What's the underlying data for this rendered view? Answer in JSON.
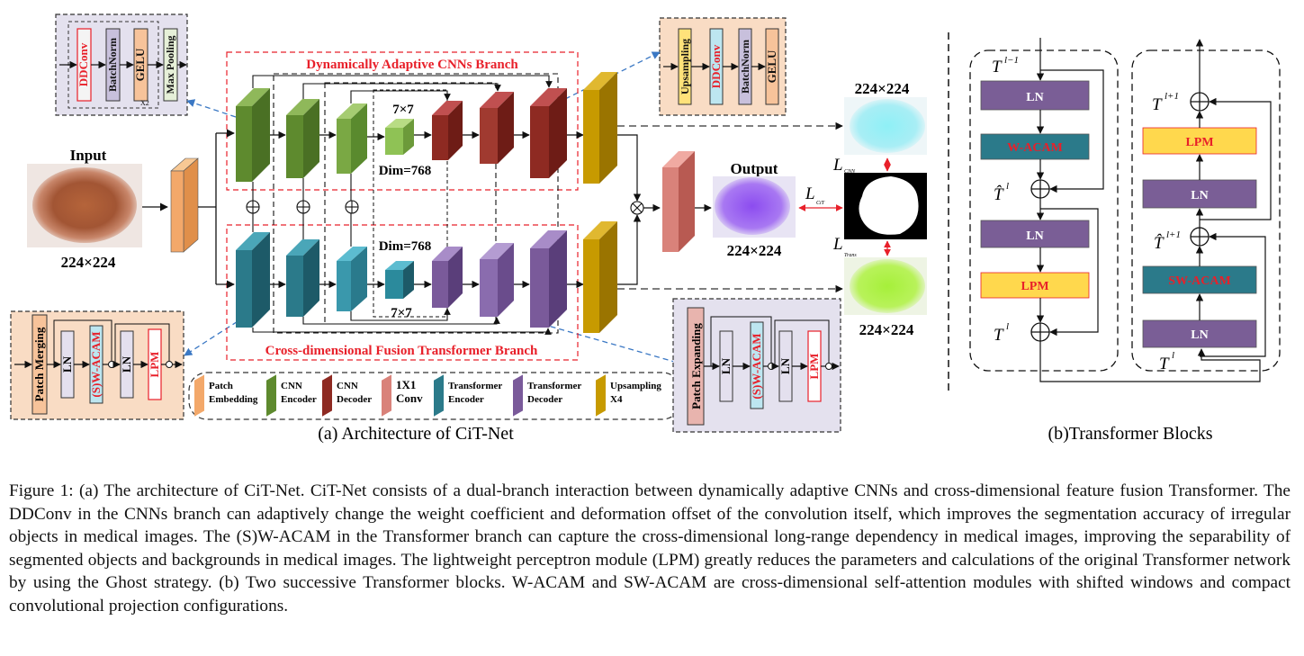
{
  "labels": {
    "input": "Input",
    "output": "Output",
    "size_224": "224×224",
    "dim_768": "Dim=768",
    "k7": "7×7",
    "cnn_branch": "Dynamically Adaptive CNNs Branch",
    "transformer_branch": "Cross-dimensional Fusion Transformer Branch",
    "sub_a": "(a) Architecture of CiT-Net",
    "sub_b": "(b)Transformer Blocks",
    "loss_sym": "L",
    "loss_cnn": "CNN",
    "loss_cit": "CiT",
    "loss_trans": "Trans",
    "x2": "X2"
  },
  "enc_box": [
    "DDConv",
    "BatchNorm",
    "GELU",
    "Max Pooling"
  ],
  "dec_box": [
    "Upsampling",
    "DDConv",
    "BatchNorm",
    "GELU"
  ],
  "merge_box": [
    "Patch Merging",
    "LN",
    "(S)W-ACAM",
    "LN",
    "LPM"
  ],
  "expand_box": [
    "Patch Expanding",
    "LN",
    "(S)W-ACAM",
    "LN",
    "LPM"
  ],
  "legend": [
    {
      "label": "Patch\nEmbedding",
      "color": "#f3a86a"
    },
    {
      "label": "CNN\nEncoder",
      "color": "#5e8a2e"
    },
    {
      "label": "CNN\nDecoder",
      "color": "#8e2a22"
    },
    {
      "label": "1X1\nConv",
      "color": "#d9827a"
    },
    {
      "label": "Transformer\nEncoder",
      "color": "#2b7a8a"
    },
    {
      "label": "Transformer\nDecoder",
      "color": "#7a5a9a"
    },
    {
      "label": "Upsampling\nX4",
      "color": "#c79a00"
    }
  ],
  "blocks": {
    "left": {
      "top": "T",
      "top_sup": "l−1",
      "ln1": "LN",
      "acam": "W-ACAM",
      "mid": "T̂",
      "mid_sup": "l",
      "ln2": "LN",
      "lpm": "LPM",
      "out": "T",
      "out_sup": "l"
    },
    "right": {
      "top": "T",
      "top_sup": "l+1",
      "lpm": "LPM",
      "ln2": "LN",
      "mid": "T̂",
      "mid_sup": "l+1",
      "acam": "SW-ACAM",
      "ln1": "LN",
      "in": "T",
      "in_sup": "l"
    }
  },
  "colors": {
    "ln": "#7a5e96",
    "acam": "#2b7a8a",
    "lpm": "#ffd84d",
    "red": "#e8202a"
  },
  "caption": "Figure 1: (a) The architecture of CiT-Net. CiT-Net consists of a dual-branch interaction between dynamically adaptive CNNs and cross-dimensional feature fusion Transformer. The DDConv in the CNNs branch can adaptively change the weight coefficient and deformation offset of the convolution itself, which improves the segmentation accuracy of irregular objects in medical images. The (S)W-ACAM in the Transformer branch can capture the cross-dimensional long-range dependency in medical images, improving the separability of segmented objects and backgrounds in medical images. The lightweight perceptron module (LPM) greatly reduces the parameters and calculations of the original Transformer network by using the Ghost strategy. (b) Two successive Transformer blocks. W-ACAM and SW-ACAM are cross-dimensional self-attention modules with shifted windows and compact convolutional projection configurations."
}
